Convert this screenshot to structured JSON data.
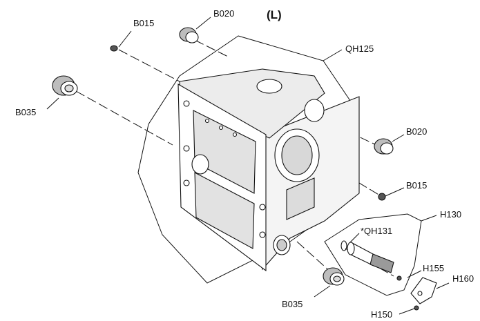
{
  "diagram": {
    "view_label": "(L)",
    "callouts": {
      "b015_top": "B015",
      "b020_top": "B020",
      "qh125": "QH125",
      "b035_left": "B035",
      "b020_right": "B020",
      "b015_right": "B015",
      "h130": "H130",
      "qh131": "*QH131",
      "h155": "H155",
      "h160": "H160",
      "b035_bottom": "B035",
      "h150": "H150"
    },
    "colors": {
      "ink": "#111111",
      "casting": "#ffffff",
      "shade": "#cfcfcf"
    }
  }
}
